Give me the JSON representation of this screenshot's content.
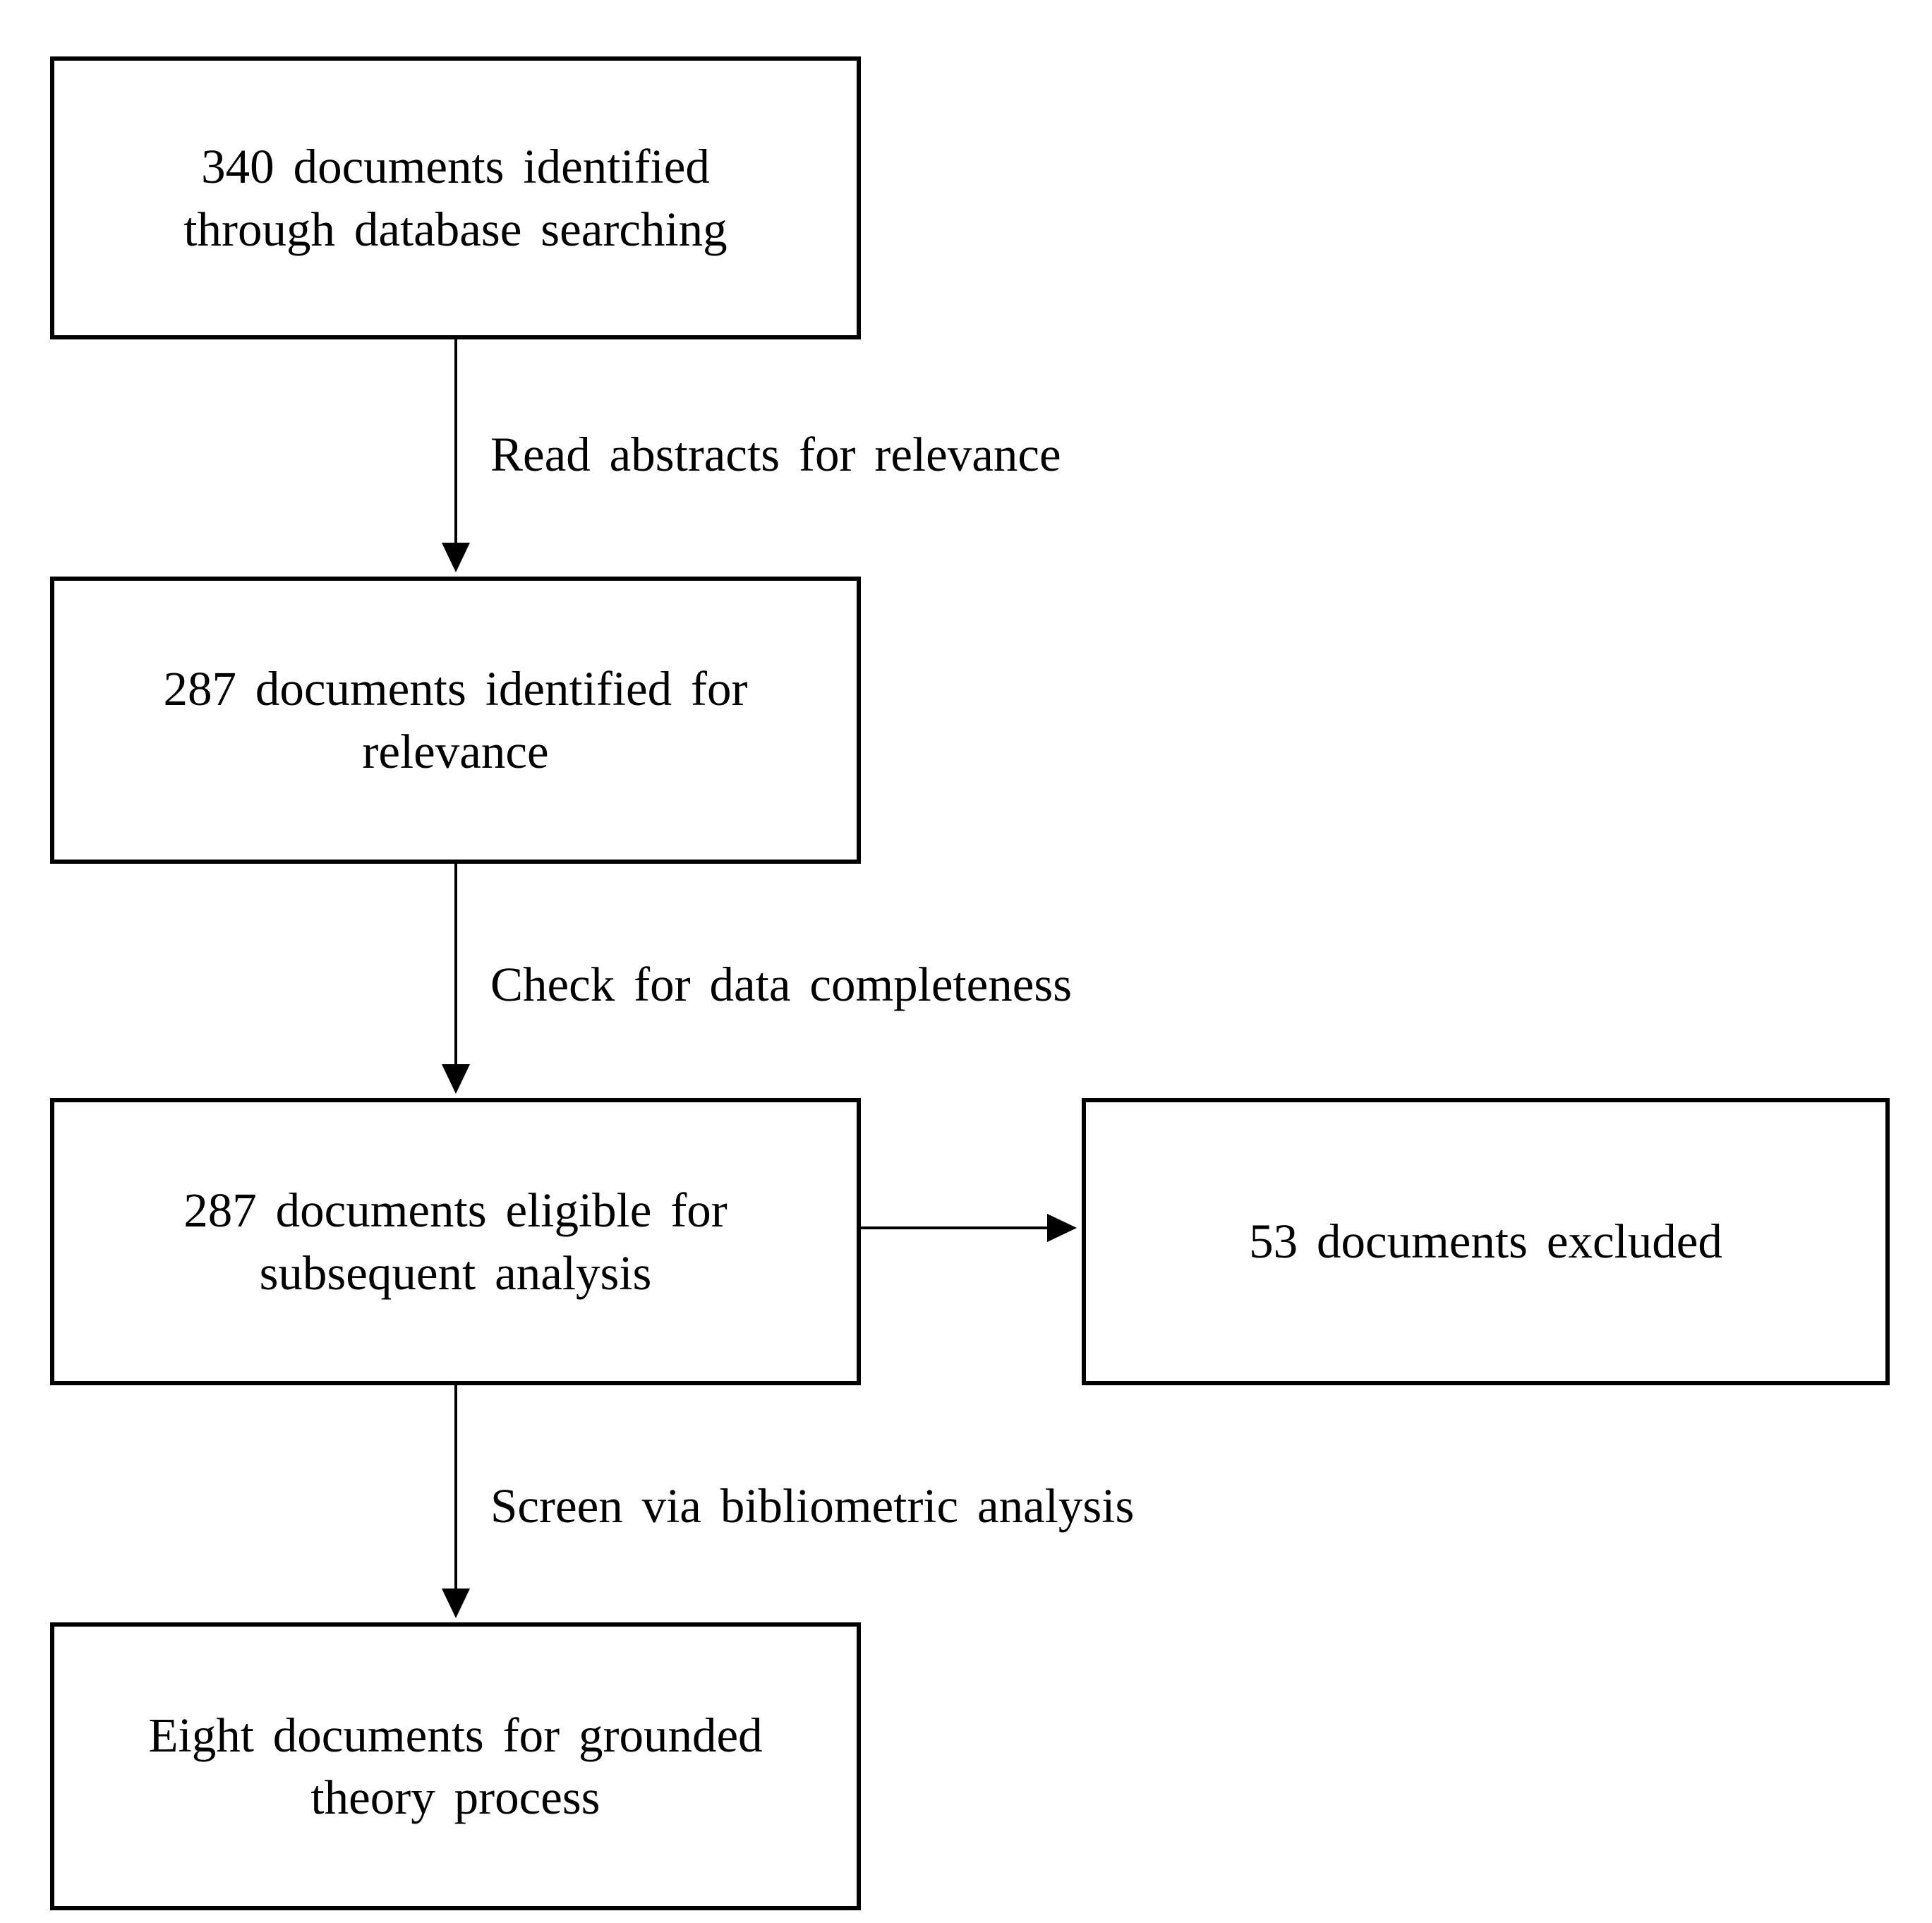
{
  "diagram": {
    "colors": {
      "background": "#ffffff",
      "border": "#000000",
      "text": "#000000"
    },
    "nodes": {
      "identified": {
        "label": "340 documents identified through database searching",
        "lines": [
          "340 documents identified",
          "through database searching"
        ]
      },
      "relevance": {
        "label": "287 documents identified for relevance",
        "lines": [
          "287 documents identified for",
          "relevance"
        ]
      },
      "eligible": {
        "label": "287 documents eligible for subsequent analysis",
        "lines": [
          "287 documents eligible for",
          "subsequent analysis"
        ]
      },
      "excluded": {
        "label": "53 documents excluded",
        "lines": [
          "53 documents excluded"
        ]
      },
      "grounded": {
        "label": "Eight documents for grounded theory process",
        "lines": [
          "Eight documents for grounded",
          "theory process"
        ]
      }
    },
    "edges": {
      "read_abstracts": {
        "from": "identified",
        "to": "relevance",
        "label": "Read abstracts for relevance"
      },
      "check_completeness": {
        "from": "relevance",
        "to": "eligible",
        "label": "Check for data completeness"
      },
      "exclusion": {
        "from": "eligible",
        "to": "excluded",
        "label": ""
      },
      "screen_bibliometric": {
        "from": "eligible",
        "to": "grounded",
        "label": "Screen via bibliometric analysis"
      }
    }
  }
}
